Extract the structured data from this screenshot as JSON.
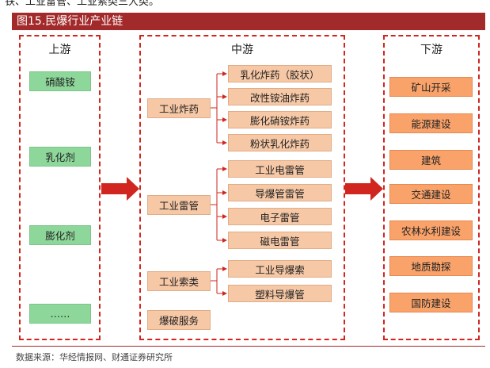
{
  "header_text": "铁、工业雷管、工业索类三大类。",
  "figure_title": "图15.民爆行业产业链",
  "upstream": {
    "title": "上游",
    "items": [
      "硝酸铵",
      "乳化剂",
      "膨化剂",
      "……"
    ]
  },
  "midstream": {
    "title": "中游",
    "groups": [
      {
        "label": "工业炸药",
        "items": [
          "乳化炸药（胶状）",
          "改性铵油炸药",
          "膨化硝铵炸药",
          "粉状乳化炸药"
        ]
      },
      {
        "label": "工业雷管",
        "items": [
          "工业电雷管",
          "导爆管雷管",
          "电子雷管",
          "磁电雷管"
        ]
      },
      {
        "label": "工业索类",
        "items": [
          "工业导爆索",
          "塑料导爆管"
        ]
      },
      {
        "label": "爆破服务",
        "items": []
      }
    ]
  },
  "downstream": {
    "title": "下游",
    "items": [
      "矿山开采",
      "能源建设",
      "建筑",
      "交通建设",
      "农林水利建设",
      "地质勘探",
      "国防建设"
    ]
  },
  "source": "数据来源：华经情报网、财通证券研究所",
  "colors": {
    "accent": "#a32a2a",
    "dashed_border": "#d0261f",
    "arrow": "#d0261f",
    "upstream_fill": "#8ed79b",
    "midstream_fill": "#f6c8a6",
    "downstream_fill": "#f9a26a"
  }
}
